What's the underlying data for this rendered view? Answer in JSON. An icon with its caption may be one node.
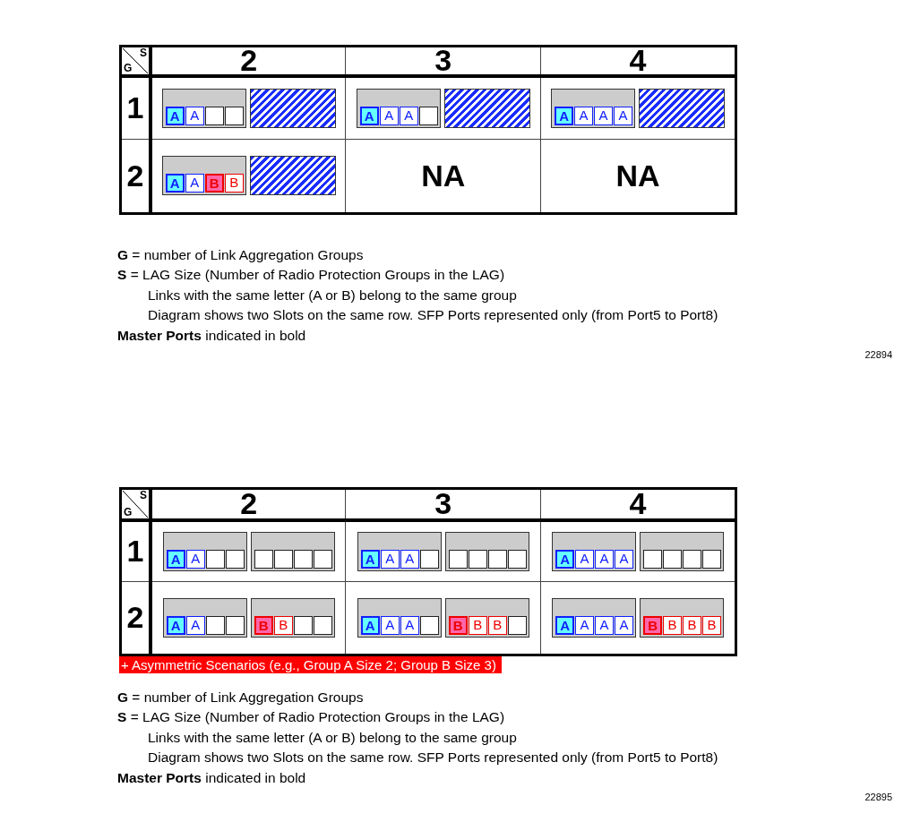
{
  "diagram": {
    "nodes": [
      {
        "text": [],
        "shape": "box"
      },
      {
        "text": [],
        "shape": "box"
      },
      {
        "text": [],
        "shape": "box"
      },
      {
        "text": [],
        "shape": "box"
      }
    ],
    "labels": [
      "S",
      "G",
      "2",
      "3",
      "4",
      "1",
      "A",
      "A",
      "A",
      "A",
      "A",
      "A",
      "A",
      "A",
      "A",
      "2",
      "A",
      "A",
      "B",
      "B",
      "NA",
      "NA",
      "**G** = number of Link Aggregation Groups",
      "**S** = LAG Size (Number of Radio Protection Groups in the LAG)",
      "Links with the same letter (A or B) belong to the same group",
      "Diagram shows two Slots on the same row. SFP Ports represented only (from Port5 to Port8)",
      "**Master Ports** indicated in bold",
      "22894",
      "S",
      "G",
      "2",
      "3",
      "4",
      "1",
      "A",
      "A",
      "A",
      "A",
      "A",
      "A",
      "A",
      "A",
      "A",
      "2",
      "A",
      "A",
      "B",
      "B",
      "A",
      "A",
      "A",
      "B",
      "B",
      "B",
      "A",
      "A",
      "A",
      "A",
      "B",
      "B",
      "B",
      "B",
      "+ Asymmetric Scenarios (e.g., Group A Size 2; Group B Size 3)",
      "**G** = number of Link Aggregation Groups",
      "**S** = LAG Size (Number of Radio Protection Groups in the LAG)",
      "Links with the same letter (A or B) belong to the same group",
      "Diagram shows two Slots on the same row. SFP Ports represented only (from Port5 to Port8)",
      "**Master Ports** indicated in bold",
      "22895"
    ]
  }
}
